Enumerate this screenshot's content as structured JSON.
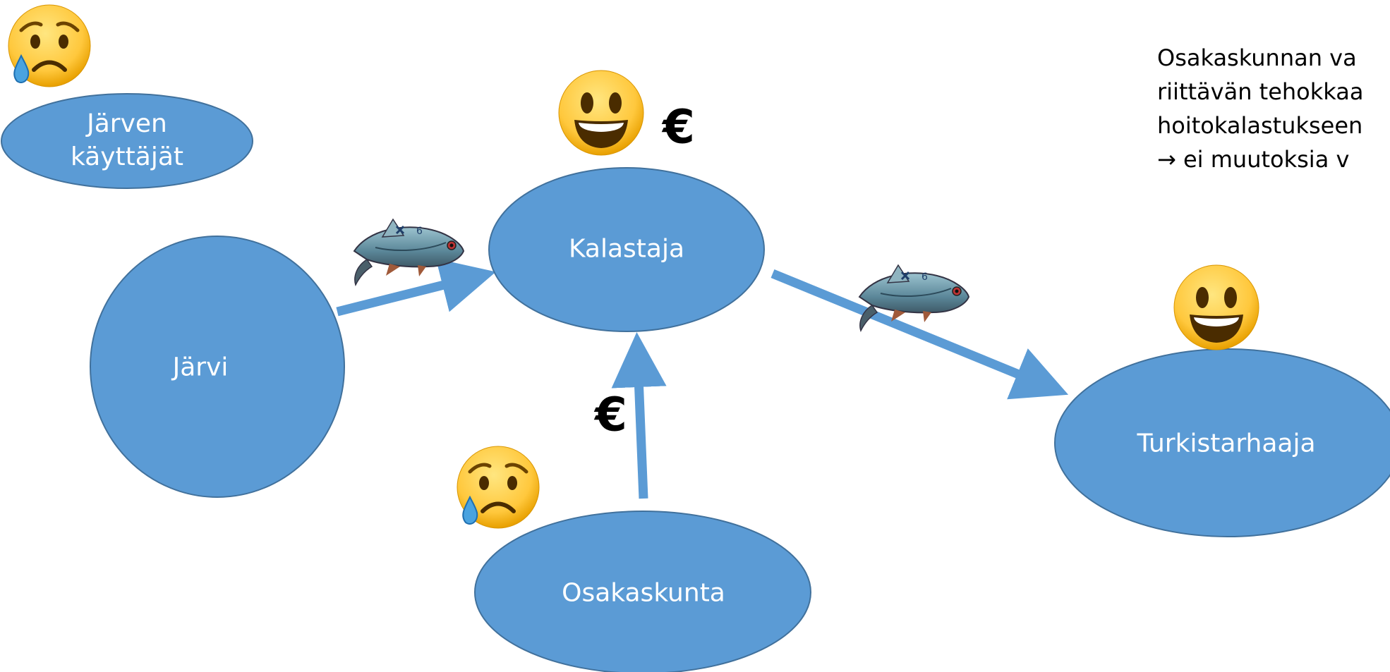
{
  "nodes": {
    "jarven_kayttajat": {
      "line1": "Järven",
      "line2": "käyttäjät"
    },
    "kalastaja": {
      "label": "Kalastaja"
    },
    "jarvi": {
      "label": "Järvi"
    },
    "turkistarhaaja": {
      "label": "Turkistarhaaja"
    },
    "osakaskunta": {
      "label": "Osakaskunta"
    }
  },
  "euro_symbol": "€",
  "note": {
    "line1": "Osakaskunnan va",
    "line2": "riittävän tehokkaa",
    "line3": "hoitokalastukseen",
    "line4": "→ ei muutoksia v"
  },
  "colors": {
    "node_fill": "#5b9bd5",
    "node_stroke": "#41719c",
    "arrow": "#5b9bd5"
  },
  "icons": [
    "sad-face-icon",
    "happy-face-icon",
    "fish-icon"
  ]
}
